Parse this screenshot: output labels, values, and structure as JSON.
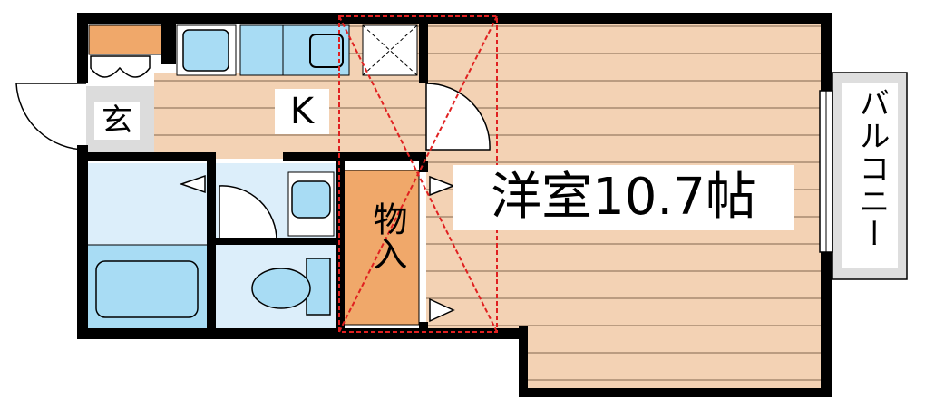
{
  "rooms": {
    "entrance": "玄",
    "kitchen": "K",
    "western_room": "洋室10.7帖",
    "storage": "物入",
    "balcony": "バルコニー"
  },
  "colors": {
    "wood_floor": "#f3d2b4",
    "floor_line": "#a88a70",
    "wall": "#000000",
    "fixture_blue": "#a8dcf4",
    "bath_floor": "#dceefa",
    "storage_orange": "#f0a86a",
    "entrance_gray": "#dcdcdc",
    "balcony_gray": "#dedede",
    "highlight_red": "#e02020"
  }
}
